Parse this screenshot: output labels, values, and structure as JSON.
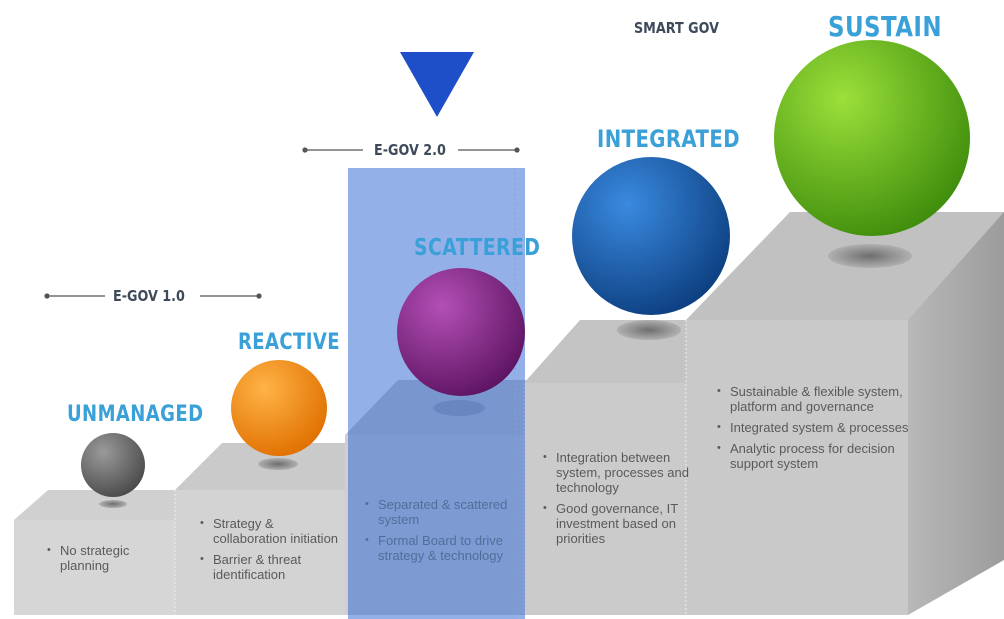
{
  "eras": {
    "egov1": "E-GOV 1.0",
    "egov2": "E-GOV 2.0",
    "smart": "SMART GOV"
  },
  "stages": [
    {
      "name": "UNMANAGED",
      "color": "#6b6b6b",
      "bullets": [
        "No strategic planning"
      ]
    },
    {
      "name": "REACTIVE",
      "color": "#f08a12",
      "bullets": [
        "Strategy & collaboration initiation",
        "Barrier & threat identification"
      ]
    },
    {
      "name": "SCATTERED",
      "color": "#8b2a8e",
      "bullets": [
        "Separated & scattered system",
        "Formal Board to drive strategy & technology"
      ]
    },
    {
      "name": "INTEGRATED",
      "color": "#1e5fa8",
      "bullets": [
        "Integration between system, processes and technology",
        "Good governance, IT investment based on priorities"
      ]
    },
    {
      "name": "SUSTAIN",
      "color": "#6cbf1c",
      "bullets": [
        "Sustainable & flexible system, platform and governance",
        "Integrated system & processes",
        "Analytic process for decision support system"
      ]
    }
  ],
  "colors": {
    "label": "#3aa0d8",
    "marker": "#1f4fc8",
    "highlight": "#3d6fd6"
  }
}
